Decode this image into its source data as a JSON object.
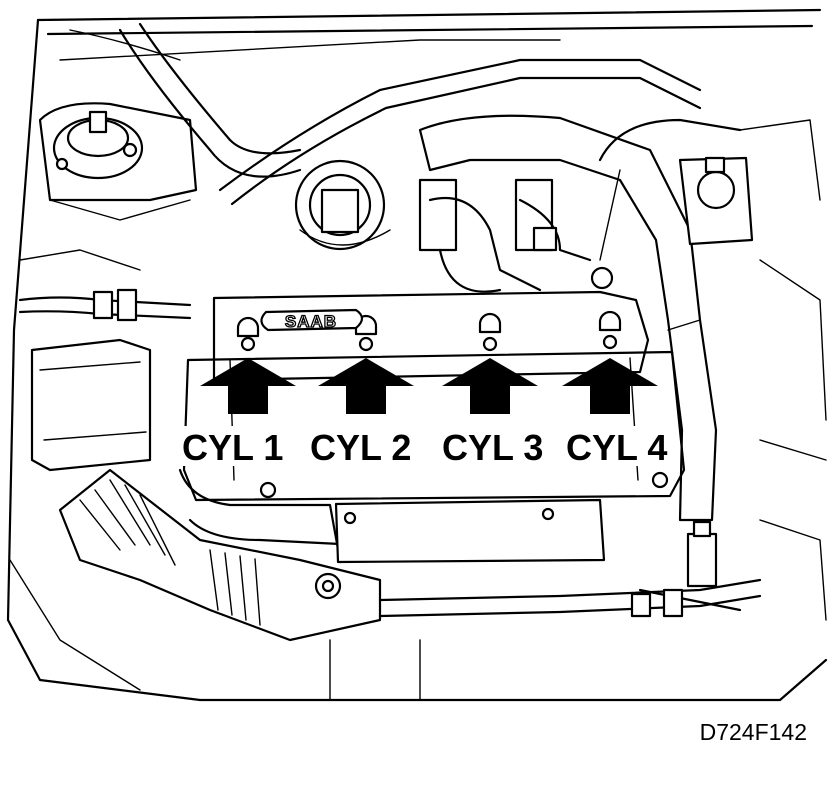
{
  "diagram": {
    "brand_text": "SAAB",
    "figure_id": "D724F142",
    "cylinders": [
      {
        "label": "CYL 1"
      },
      {
        "label": "CYL 2"
      },
      {
        "label": "CYL 3"
      },
      {
        "label": "CYL 4"
      }
    ]
  }
}
